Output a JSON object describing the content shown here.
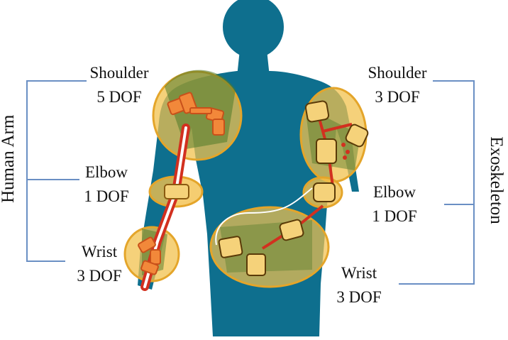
{
  "left_group": {
    "title": "Human Arm",
    "shoulder": {
      "name": "Shoulder",
      "dof": "5 DOF"
    },
    "elbow": {
      "name": "Elbow",
      "dof": "1 DOF"
    },
    "wrist": {
      "name": "Wrist",
      "dof": "3 DOF"
    }
  },
  "right_group": {
    "title": "Exoskeleton",
    "shoulder": {
      "name": "Shoulder",
      "dof": "3 DOF"
    },
    "elbow": {
      "name": "Elbow",
      "dof": "1 DOF"
    },
    "wrist": {
      "name": "Wrist",
      "dof": "3 DOF"
    }
  },
  "colors": {
    "body": "#0e6f8e",
    "joint_highlight": "#f2c14e",
    "joint_green": "#4f7a2a",
    "actuator_fill": "#f5d27a",
    "link_red": "#d2301f",
    "joint_orange": "#f2883a",
    "bracket": "#6a8fc4"
  }
}
